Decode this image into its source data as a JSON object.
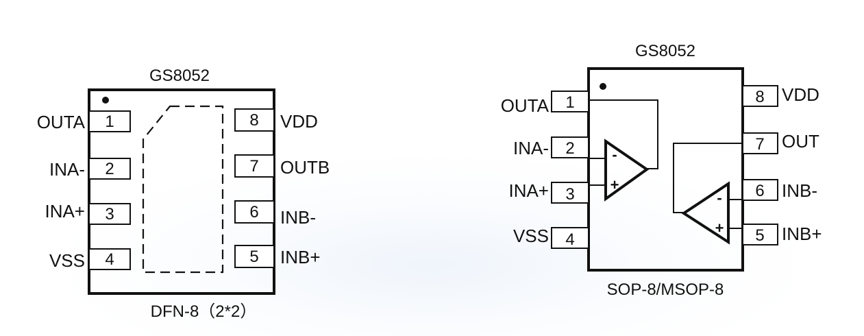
{
  "colors": {
    "line": "#111111",
    "background": "#ffffff"
  },
  "dfn": {
    "title": "GS8052",
    "package_label": "DFN-8（2*2）",
    "left_pins": [
      {
        "name": "OUTA",
        "number": "1"
      },
      {
        "name": "INA-",
        "number": "2"
      },
      {
        "name": "INA+",
        "number": "3"
      },
      {
        "name": "VSS",
        "number": "4"
      }
    ],
    "right_pins": [
      {
        "name": "VDD",
        "number": "8"
      },
      {
        "name": "OUTB",
        "number": "7"
      },
      {
        "name": "INB-",
        "number": "6"
      },
      {
        "name": "INB+",
        "number": "5"
      }
    ]
  },
  "sop": {
    "title": "GS8052",
    "package_label": "SOP-8/MSOP-8",
    "left_pins": [
      {
        "name": "OUTA",
        "number": "1"
      },
      {
        "name": "INA-",
        "number": "2"
      },
      {
        "name": "INA+",
        "number": "3"
      },
      {
        "name": "VSS",
        "number": "4"
      }
    ],
    "right_pins": [
      {
        "name": "VDD",
        "number": "8"
      },
      {
        "name": "OUT",
        "number": "7"
      },
      {
        "name": "INB-",
        "number": "6"
      },
      {
        "name": "INB+",
        "number": "5"
      }
    ],
    "opamp_a": {
      "inverting_sign": "-",
      "noninverting_sign": "+"
    },
    "opamp_b": {
      "inverting_sign": "-",
      "noninverting_sign": "+"
    }
  }
}
